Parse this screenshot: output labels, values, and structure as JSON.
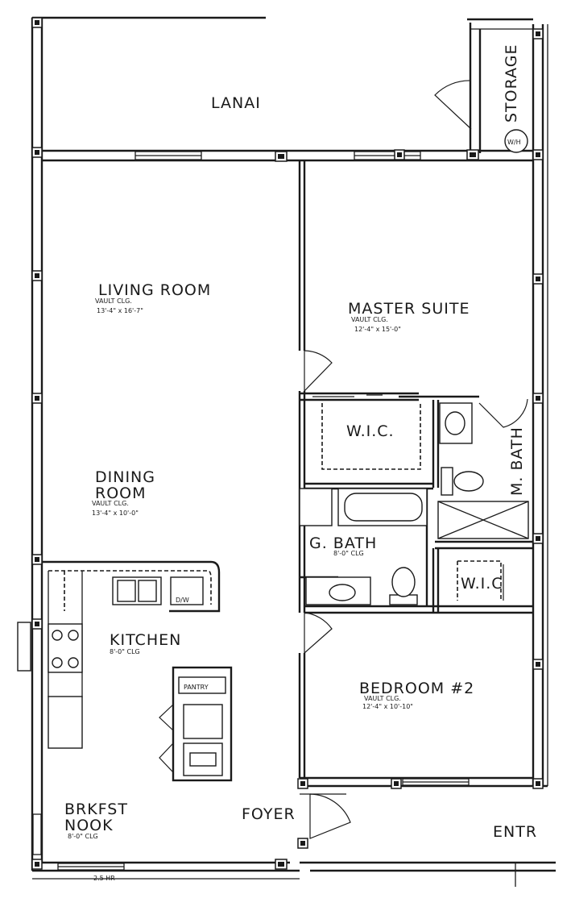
{
  "rooms": {
    "lanai": {
      "name": "LANAI"
    },
    "storage": {
      "name": "STORAGE",
      "water_heater": "W/H"
    },
    "living": {
      "name": "LIVING ROOM",
      "ceiling": "VAULT CLG.",
      "dims": "13'-4\" x 16'-7\""
    },
    "master": {
      "name": "MASTER SUITE",
      "ceiling": "VAULT CLG.",
      "dims": "12'-4\" x 15'-0\""
    },
    "dining": {
      "name_line1": "DINING",
      "name_line2": "ROOM",
      "ceiling": "VAULT CLG.",
      "dims": "13'-4\" x 10'-0\""
    },
    "wic_master": {
      "name": "W.I.C."
    },
    "master_bath": {
      "name": "M. BATH"
    },
    "guest_bath": {
      "name": "G. BATH",
      "ceiling": "8'-0\" CLG"
    },
    "wic_bed2": {
      "name": "W.I.C"
    },
    "kitchen": {
      "name": "KITCHEN",
      "ceiling": "8'-0\" CLG",
      "dishwasher": "D/W",
      "pantry": "PANTRY"
    },
    "bedroom2": {
      "name": "BEDROOM #2",
      "ceiling": "VAULT CLG.",
      "dims": "12'-4\" x 10'-10\""
    },
    "nook": {
      "name_line1": "BRKFST",
      "name_line2": "NOOK",
      "ceiling": "8'-0\" CLG"
    },
    "foyer": {
      "name": "FOYER"
    },
    "entry": {
      "name": "ENTR"
    }
  },
  "notes": {
    "fire_rating": "2.5 HR"
  }
}
